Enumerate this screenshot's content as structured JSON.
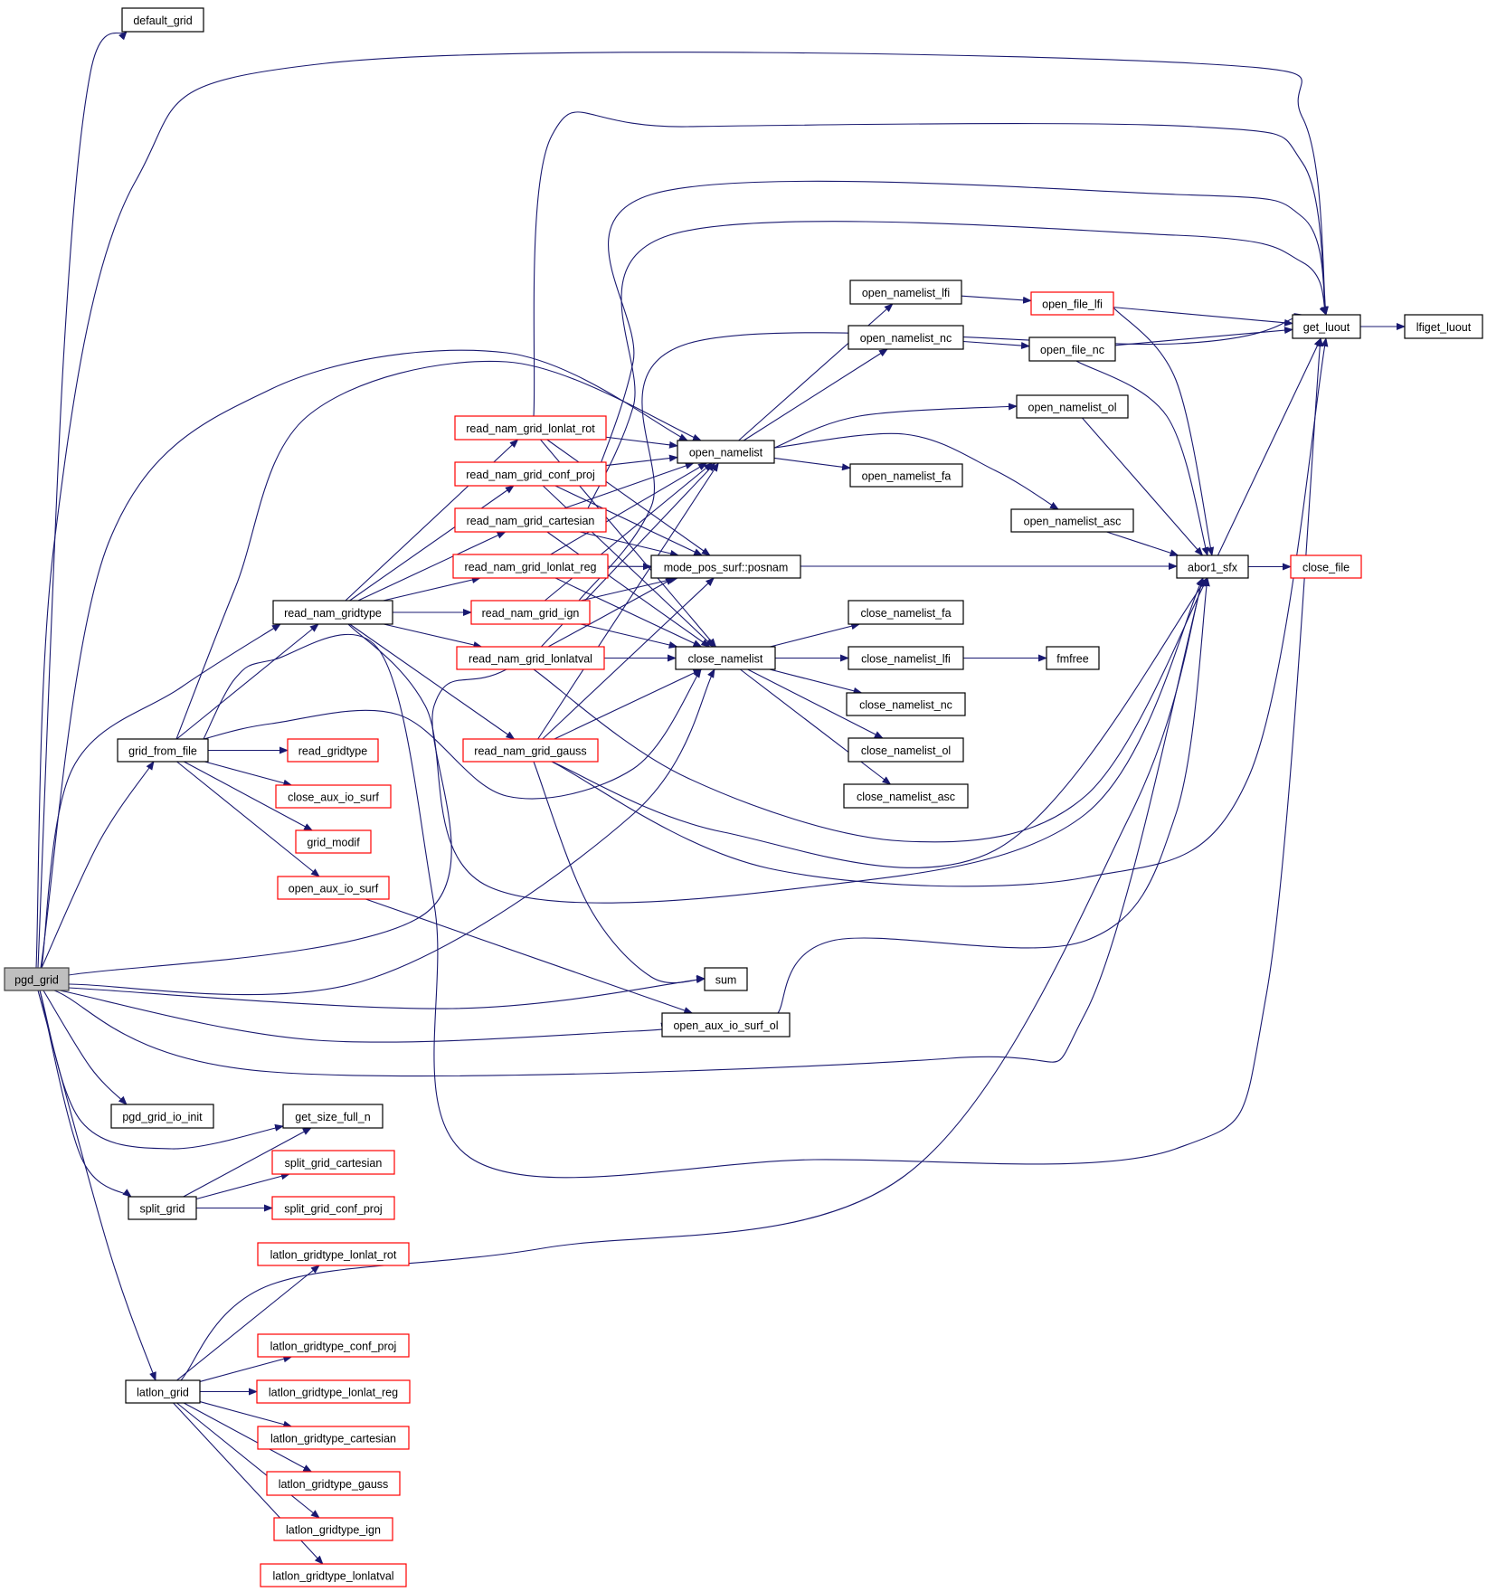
{
  "diagram": {
    "type": "call-graph",
    "title": "pgd_grid call graph",
    "colors": {
      "edge": "#191970",
      "node_border": "#000000",
      "node_fill": "#ffffff",
      "root_fill": "#bfbfbf",
      "root_border": "#404040",
      "undocumented_border": "#ff0000"
    },
    "nodes": [
      {
        "id": "pgd_grid",
        "label": "pgd_grid",
        "kind": "root"
      },
      {
        "id": "default_grid",
        "label": "default_grid",
        "kind": "normal"
      },
      {
        "id": "grid_from_file",
        "label": "grid_from_file",
        "kind": "normal"
      },
      {
        "id": "pgd_grid_io_init",
        "label": "pgd_grid_io_init",
        "kind": "normal"
      },
      {
        "id": "split_grid",
        "label": "split_grid",
        "kind": "normal"
      },
      {
        "id": "latlon_grid",
        "label": "latlon_grid",
        "kind": "normal"
      },
      {
        "id": "read_nam_gridtype",
        "label": "read_nam_gridtype",
        "kind": "normal"
      },
      {
        "id": "read_gridtype",
        "label": "read_gridtype",
        "kind": "red"
      },
      {
        "id": "close_aux_io_surf",
        "label": "close_aux_io_surf",
        "kind": "red"
      },
      {
        "id": "grid_modif",
        "label": "grid_modif",
        "kind": "red"
      },
      {
        "id": "open_aux_io_surf",
        "label": "open_aux_io_surf",
        "kind": "red"
      },
      {
        "id": "get_size_full_n",
        "label": "get_size_full_n",
        "kind": "normal"
      },
      {
        "id": "split_grid_cartesian",
        "label": "split_grid_cartesian",
        "kind": "red"
      },
      {
        "id": "split_grid_conf_proj",
        "label": "split_grid_conf_proj",
        "kind": "red"
      },
      {
        "id": "latlon_gridtype_lonlat_rot",
        "label": "latlon_gridtype_lonlat_rot",
        "kind": "red"
      },
      {
        "id": "latlon_gridtype_conf_proj",
        "label": "latlon_gridtype_conf_proj",
        "kind": "red"
      },
      {
        "id": "latlon_gridtype_lonlat_reg",
        "label": "latlon_gridtype_lonlat_reg",
        "kind": "red"
      },
      {
        "id": "latlon_gridtype_cartesian",
        "label": "latlon_gridtype_cartesian",
        "kind": "red"
      },
      {
        "id": "latlon_gridtype_gauss",
        "label": "latlon_gridtype_gauss",
        "kind": "red"
      },
      {
        "id": "latlon_gridtype_ign",
        "label": "latlon_gridtype_ign",
        "kind": "red"
      },
      {
        "id": "latlon_gridtype_lonlatval",
        "label": "latlon_gridtype_lonlatval",
        "kind": "red"
      },
      {
        "id": "read_nam_grid_lonlat_rot",
        "label": "read_nam_grid_lonlat_rot",
        "kind": "red"
      },
      {
        "id": "read_nam_grid_conf_proj",
        "label": "read_nam_grid_conf_proj",
        "kind": "red"
      },
      {
        "id": "read_nam_grid_cartesian",
        "label": "read_nam_grid_cartesian",
        "kind": "red"
      },
      {
        "id": "read_nam_grid_lonlat_reg",
        "label": "read_nam_grid_lonlat_reg",
        "kind": "red"
      },
      {
        "id": "read_nam_grid_ign",
        "label": "read_nam_grid_ign",
        "kind": "red"
      },
      {
        "id": "read_nam_grid_lonlatval",
        "label": "read_nam_grid_lonlatval",
        "kind": "red"
      },
      {
        "id": "read_nam_grid_gauss",
        "label": "read_nam_grid_gauss",
        "kind": "red"
      },
      {
        "id": "open_namelist",
        "label": "open_namelist",
        "kind": "normal"
      },
      {
        "id": "posnam",
        "label": "mode_pos_surf::posnam",
        "kind": "normal"
      },
      {
        "id": "close_namelist",
        "label": "close_namelist",
        "kind": "normal"
      },
      {
        "id": "sum",
        "label": "sum",
        "kind": "normal"
      },
      {
        "id": "open_aux_io_surf_ol",
        "label": "open_aux_io_surf_ol",
        "kind": "normal"
      },
      {
        "id": "open_namelist_lfi",
        "label": "open_namelist_lfi",
        "kind": "normal"
      },
      {
        "id": "open_namelist_nc",
        "label": "open_namelist_nc",
        "kind": "normal"
      },
      {
        "id": "open_namelist_ol",
        "label": "open_namelist_ol",
        "kind": "normal"
      },
      {
        "id": "open_namelist_fa",
        "label": "open_namelist_fa",
        "kind": "normal"
      },
      {
        "id": "open_namelist_asc",
        "label": "open_namelist_asc",
        "kind": "normal"
      },
      {
        "id": "open_file_lfi",
        "label": "open_file_lfi",
        "kind": "red"
      },
      {
        "id": "open_file_nc",
        "label": "open_file_nc",
        "kind": "normal"
      },
      {
        "id": "close_namelist_fa",
        "label": "close_namelist_fa",
        "kind": "normal"
      },
      {
        "id": "close_namelist_lfi",
        "label": "close_namelist_lfi",
        "kind": "normal"
      },
      {
        "id": "close_namelist_nc",
        "label": "close_namelist_nc",
        "kind": "normal"
      },
      {
        "id": "close_namelist_ol",
        "label": "close_namelist_ol",
        "kind": "normal"
      },
      {
        "id": "close_namelist_asc",
        "label": "close_namelist_asc",
        "kind": "normal"
      },
      {
        "id": "fmfree",
        "label": "fmfree",
        "kind": "normal"
      },
      {
        "id": "abor1_sfx",
        "label": "abor1_sfx",
        "kind": "normal"
      },
      {
        "id": "close_file",
        "label": "close_file",
        "kind": "red"
      },
      {
        "id": "get_luout",
        "label": "get_luout",
        "kind": "normal"
      },
      {
        "id": "lfiget_luout",
        "label": "lfiget_luout",
        "kind": "normal"
      }
    ],
    "edges": [
      [
        "pgd_grid",
        "default_grid"
      ],
      [
        "pgd_grid",
        "get_luout"
      ],
      [
        "pgd_grid",
        "open_namelist"
      ],
      [
        "pgd_grid",
        "grid_from_file"
      ],
      [
        "pgd_grid",
        "read_nam_gridtype"
      ],
      [
        "pgd_grid",
        "posnam"
      ],
      [
        "pgd_grid",
        "close_namelist"
      ],
      [
        "pgd_grid",
        "sum"
      ],
      [
        "pgd_grid",
        "open_aux_io_surf_ol"
      ],
      [
        "pgd_grid",
        "abor1_sfx"
      ],
      [
        "pgd_grid",
        "pgd_grid_io_init"
      ],
      [
        "pgd_grid",
        "get_size_full_n"
      ],
      [
        "pgd_grid",
        "split_grid"
      ],
      [
        "pgd_grid",
        "latlon_grid"
      ],
      [
        "grid_from_file",
        "open_namelist"
      ],
      [
        "grid_from_file",
        "read_nam_gridtype"
      ],
      [
        "grid_from_file",
        "close_namelist"
      ],
      [
        "grid_from_file",
        "read_gridtype"
      ],
      [
        "grid_from_file",
        "close_aux_io_surf"
      ],
      [
        "grid_from_file",
        "grid_modif"
      ],
      [
        "grid_from_file",
        "open_aux_io_surf"
      ],
      [
        "grid_from_file",
        "get_luout"
      ],
      [
        "read_nam_gridtype",
        "read_nam_grid_lonlat_rot"
      ],
      [
        "read_nam_gridtype",
        "read_nam_grid_conf_proj"
      ],
      [
        "read_nam_gridtype",
        "read_nam_grid_cartesian"
      ],
      [
        "read_nam_gridtype",
        "read_nam_grid_lonlat_reg"
      ],
      [
        "read_nam_gridtype",
        "read_nam_grid_ign"
      ],
      [
        "read_nam_gridtype",
        "read_nam_grid_lonlatval"
      ],
      [
        "read_nam_gridtype",
        "read_nam_grid_gauss"
      ],
      [
        "read_nam_gridtype",
        "abor1_sfx"
      ],
      [
        "read_nam_grid_lonlat_rot",
        "open_namelist"
      ],
      [
        "read_nam_grid_lonlat_rot",
        "posnam"
      ],
      [
        "read_nam_grid_lonlat_rot",
        "close_namelist"
      ],
      [
        "read_nam_grid_lonlat_rot",
        "get_luout"
      ],
      [
        "read_nam_grid_conf_proj",
        "open_namelist"
      ],
      [
        "read_nam_grid_conf_proj",
        "posnam"
      ],
      [
        "read_nam_grid_conf_proj",
        "close_namelist"
      ],
      [
        "read_nam_grid_conf_proj",
        "get_luout"
      ],
      [
        "read_nam_grid_cartesian",
        "open_namelist"
      ],
      [
        "read_nam_grid_cartesian",
        "posnam"
      ],
      [
        "read_nam_grid_cartesian",
        "close_namelist"
      ],
      [
        "read_nam_grid_cartesian",
        "get_luout"
      ],
      [
        "read_nam_grid_lonlat_reg",
        "open_namelist"
      ],
      [
        "read_nam_grid_lonlat_reg",
        "posnam"
      ],
      [
        "read_nam_grid_lonlat_reg",
        "close_namelist"
      ],
      [
        "read_nam_grid_ign",
        "open_namelist"
      ],
      [
        "read_nam_grid_ign",
        "posnam"
      ],
      [
        "read_nam_grid_ign",
        "close_namelist"
      ],
      [
        "read_nam_grid_ign",
        "get_luout"
      ],
      [
        "read_nam_grid_lonlatval",
        "open_namelist"
      ],
      [
        "read_nam_grid_lonlatval",
        "close_namelist"
      ],
      [
        "read_nam_grid_lonlatval",
        "abor1_sfx"
      ],
      [
        "read_nam_grid_gauss",
        "open_namelist"
      ],
      [
        "read_nam_grid_gauss",
        "posnam"
      ],
      [
        "read_nam_grid_gauss",
        "close_namelist"
      ],
      [
        "read_nam_grid_gauss",
        "sum"
      ],
      [
        "read_nam_grid_gauss",
        "abor1_sfx"
      ],
      [
        "read_nam_grid_gauss",
        "get_luout"
      ],
      [
        "open_namelist",
        "open_namelist_lfi"
      ],
      [
        "open_namelist",
        "open_namelist_nc"
      ],
      [
        "open_namelist",
        "open_namelist_ol"
      ],
      [
        "open_namelist",
        "open_namelist_fa"
      ],
      [
        "open_namelist",
        "open_namelist_asc"
      ],
      [
        "open_namelist_lfi",
        "open_file_lfi"
      ],
      [
        "open_namelist_nc",
        "open_file_nc"
      ],
      [
        "open_namelist_ol",
        "abor1_sfx"
      ],
      [
        "open_namelist_asc",
        "abor1_sfx"
      ],
      [
        "open_file_lfi",
        "get_luout"
      ],
      [
        "open_file_lfi",
        "abor1_sfx"
      ],
      [
        "open_file_nc",
        "get_luout"
      ],
      [
        "open_file_nc",
        "abor1_sfx"
      ],
      [
        "posnam",
        "abor1_sfx"
      ],
      [
        "close_namelist",
        "close_namelist_fa"
      ],
      [
        "close_namelist",
        "close_namelist_lfi"
      ],
      [
        "close_namelist",
        "close_namelist_nc"
      ],
      [
        "close_namelist",
        "close_namelist_ol"
      ],
      [
        "close_namelist",
        "close_namelist_asc"
      ],
      [
        "close_namelist_lfi",
        "fmfree"
      ],
      [
        "open_aux_io_surf",
        "open_aux_io_surf_ol"
      ],
      [
        "open_aux_io_surf_ol",
        "abor1_sfx"
      ],
      [
        "split_grid",
        "get_size_full_n"
      ],
      [
        "split_grid",
        "split_grid_cartesian"
      ],
      [
        "split_grid",
        "split_grid_conf_proj"
      ],
      [
        "latlon_grid",
        "latlon_gridtype_lonlat_rot"
      ],
      [
        "latlon_grid",
        "abor1_sfx"
      ],
      [
        "latlon_grid",
        "latlon_gridtype_conf_proj"
      ],
      [
        "latlon_grid",
        "latlon_gridtype_lonlat_reg"
      ],
      [
        "latlon_grid",
        "latlon_gridtype_cartesian"
      ],
      [
        "latlon_grid",
        "latlon_gridtype_gauss"
      ],
      [
        "latlon_grid",
        "latlon_gridtype_ign"
      ],
      [
        "latlon_grid",
        "latlon_gridtype_lonlatval"
      ],
      [
        "abor1_sfx",
        "get_luout"
      ],
      [
        "abor1_sfx",
        "close_file"
      ],
      [
        "get_luout",
        "lfiget_luout"
      ]
    ]
  }
}
